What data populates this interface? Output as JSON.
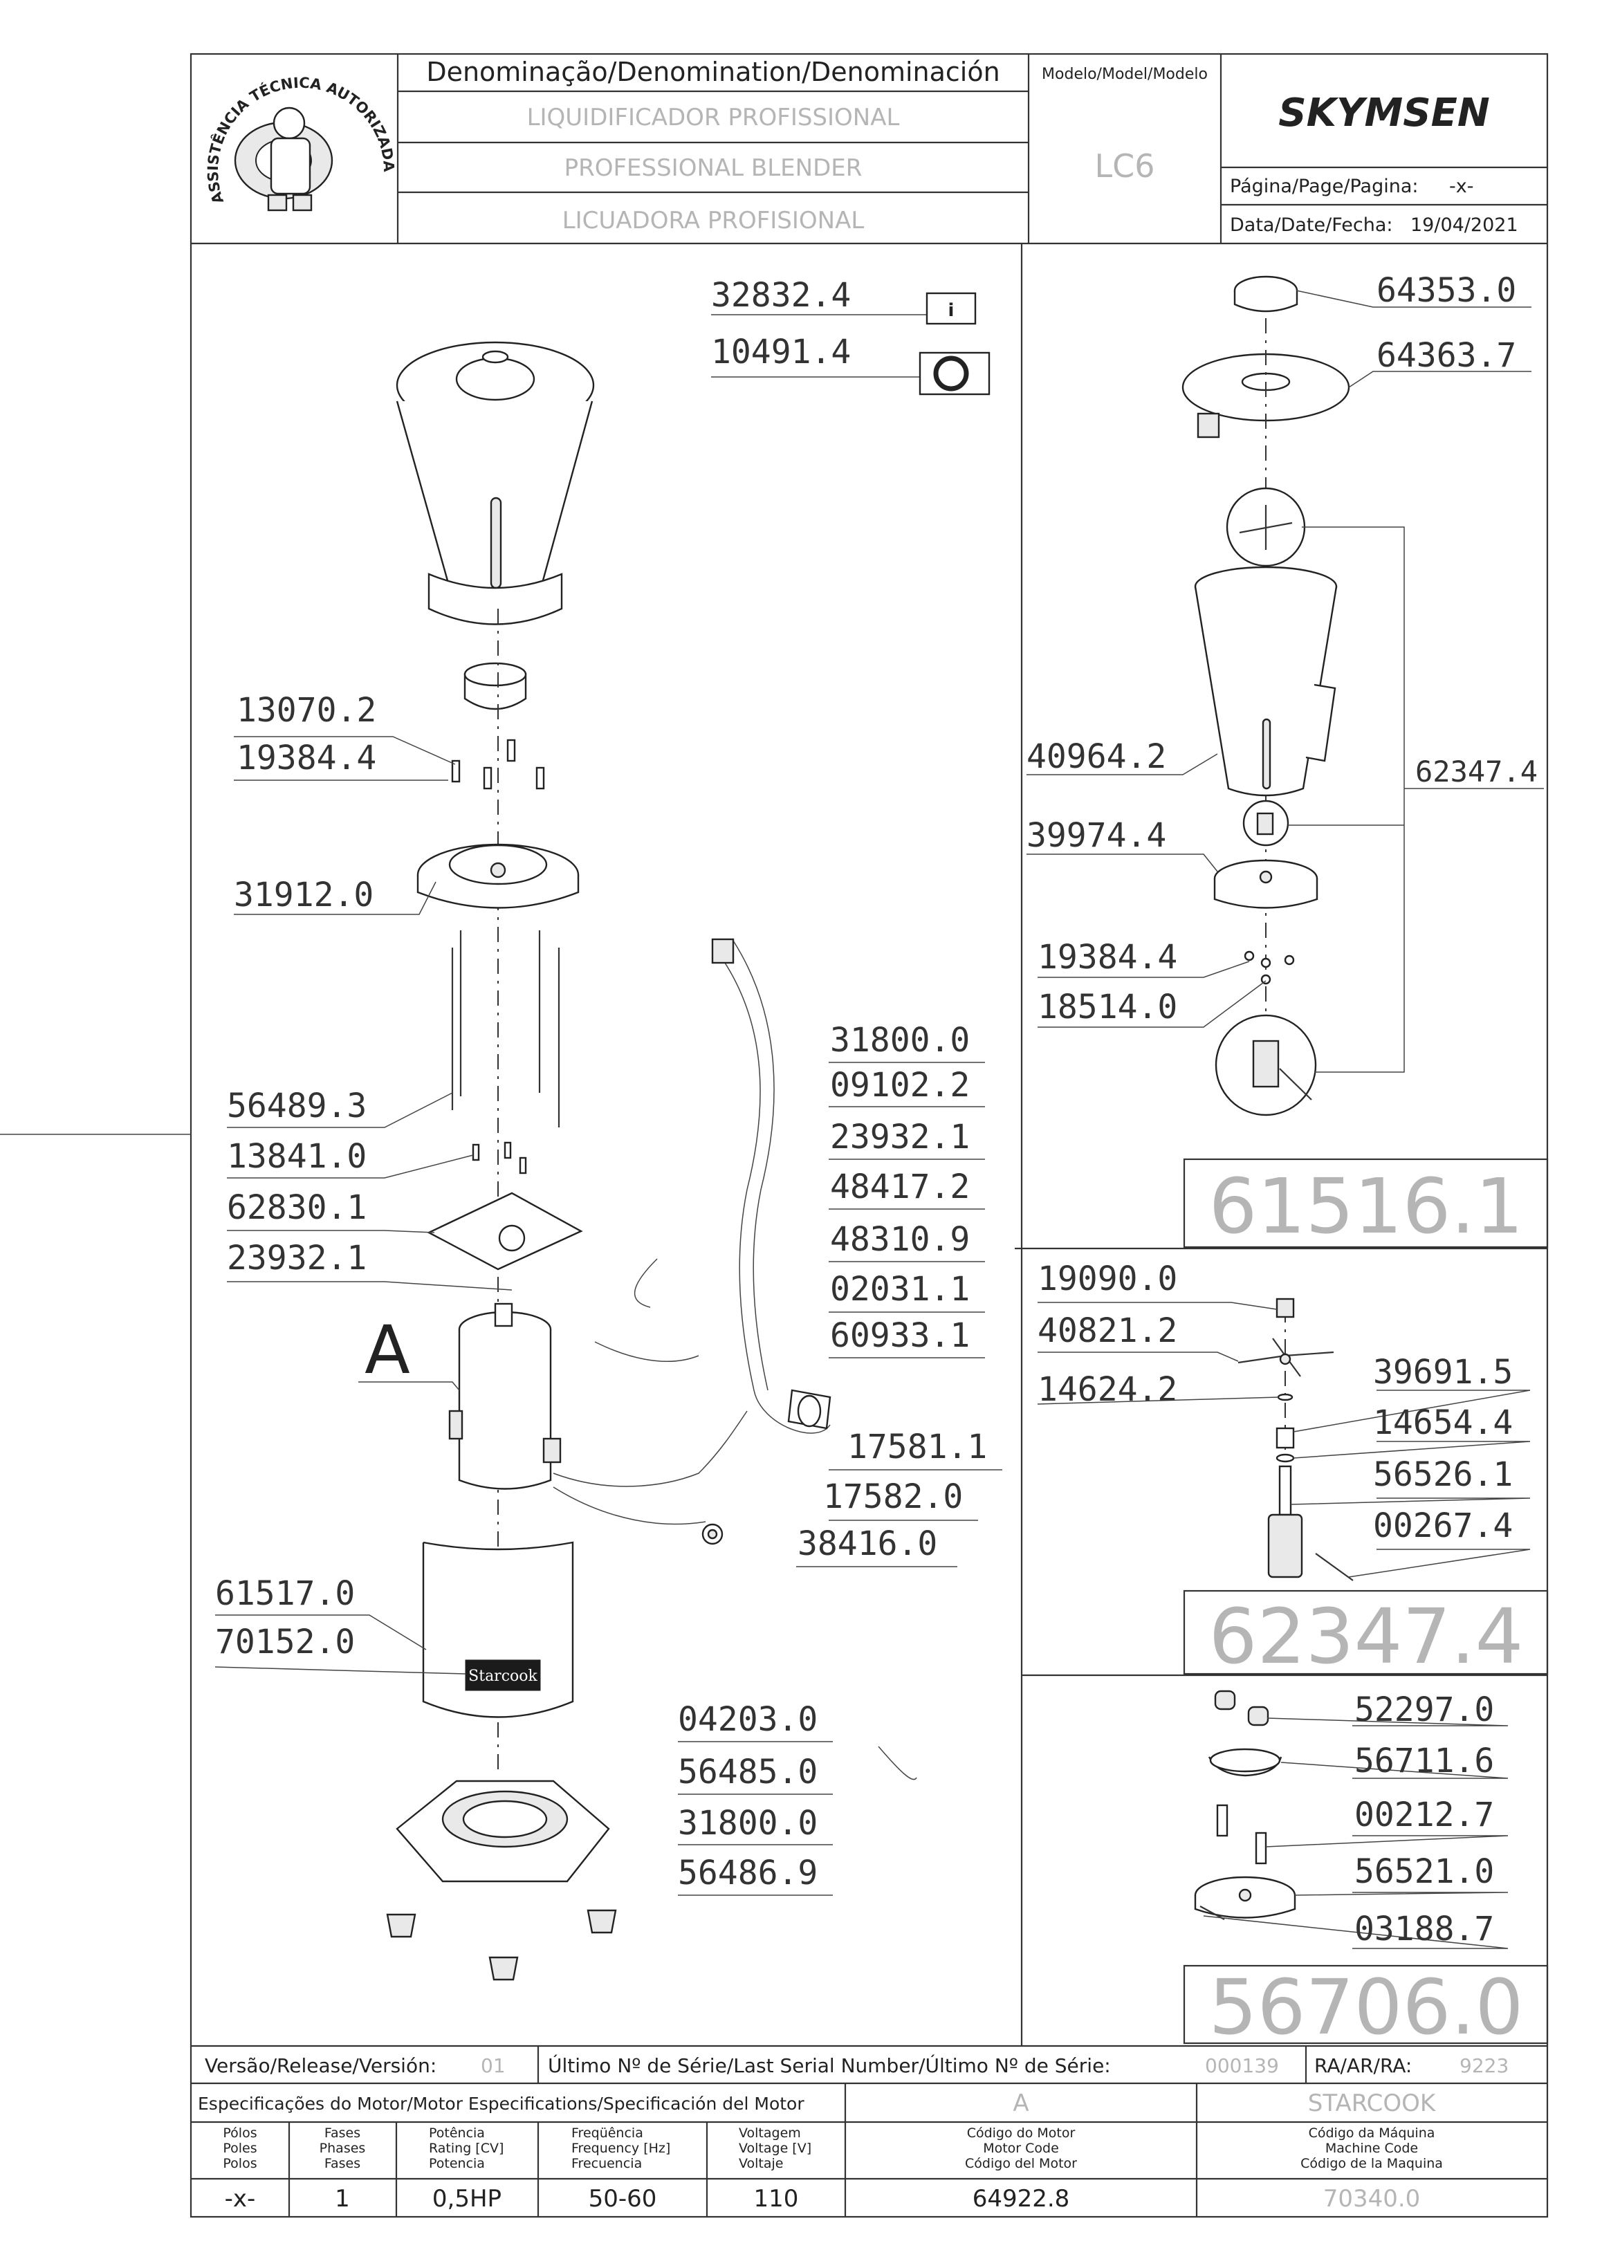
{
  "header": {
    "badge_text": "ASSISTÊNCIA TÉCNICA AUTORIZADA",
    "denomination_label": "Denominação/Denomination/Denominación",
    "names": [
      "LIQUIDIFICADOR PROFISSIONAL",
      "PROFESSIONAL BLENDER",
      "LICUADORA PROFISIONAL"
    ],
    "model_label": "Modelo/Model/Modelo",
    "model_value": "LC6",
    "brand": "SKYMSEN",
    "page_label": "Página/Page/Pagina:",
    "page_value": "-x-",
    "date_label": "Data/Date/Fecha:",
    "date_value": "19/04/2021"
  },
  "main_parts": {
    "p32832_4": "32832.4",
    "p10491_4": "10491.4",
    "p13070_2": "13070.2",
    "p19384_4": "19384.4",
    "p31912_0": "31912.0",
    "p56489_3": "56489.3",
    "p13841_0": "13841.0",
    "p62830_1": "62830.1",
    "p23932_1a": "23932.1",
    "motor_letter": "A",
    "p61517_0": "61517.0",
    "p70152_0": "70152.0",
    "brand_plate": "Starcook",
    "p31800_0a": "31800.0",
    "p09102_2": "09102.2",
    "p23932_1b": "23932.1",
    "p48417_2": "48417.2",
    "p48310_9": "48310.9",
    "p02031_1": "02031.1",
    "p60933_1": "60933.1",
    "p17581_1": "17581.1",
    "p17582_0": "17582.0",
    "p38416_0": "38416.0",
    "p04203_0": "04203.0",
    "p56485_0": "56485.0",
    "p31800_0b": "31800.0",
    "p56486_9": "56486.9"
  },
  "jar_assembly": {
    "p64353_0": "64353.0",
    "p64363_7": "64363.7",
    "p40964_2": "40964.2",
    "p62347_4": "62347.4",
    "p39974_4": "39974.4",
    "p19384_4": "19384.4",
    "p18514_0": "18514.0",
    "assembly_code": "61516.1"
  },
  "blade_assembly": {
    "p19090_0": "19090.0",
    "p40821_2": "40821.2",
    "p14624_2": "14624.2",
    "p39691_5": "39691.5",
    "p14654_4": "14654.4",
    "p56526_1": "56526.1",
    "p00267_4": "00267.4",
    "assembly_code": "62347.4"
  },
  "coupling_assembly": {
    "p52297_0": "52297.0",
    "p56711_6": "56711.6",
    "p00212_7": "00212.7",
    "p56521_0": "56521.0",
    "p03188_7": "03188.7",
    "assembly_code": "56706.0"
  },
  "footer": {
    "release_label": "Versão/Release/Versión:",
    "release_value": "01",
    "serial_label": "Último Nº de Série/Last Serial Number/Último Nº de Série:",
    "serial_value": "000139",
    "ra_label": "RA/AR/RA:",
    "ra_value": "9223",
    "spec_title": "Especificações do Motor/Motor Especifications/Specificación del Motor",
    "motor_letter": "A",
    "machine_brand": "STARCOOK",
    "columns": [
      {
        "label": [
          "Pólos",
          "Poles",
          "Polos"
        ],
        "value": "-x-"
      },
      {
        "label": [
          "Fases",
          "Phases",
          "Fases"
        ],
        "value": "1"
      },
      {
        "label": [
          "Potência",
          "Rating [CV]",
          "Potencia"
        ],
        "value": "0,5HP"
      },
      {
        "label": [
          "Freqüência",
          "Frequency [Hz]",
          "Frecuencia"
        ],
        "value": "50-60"
      },
      {
        "label": [
          "Voltagem",
          "Voltage [V]",
          "Voltaje"
        ],
        "value": "110"
      },
      {
        "label": [
          "Código do Motor",
          "Motor Code",
          "Código del Motor"
        ],
        "value": "64922.8"
      },
      {
        "label": [
          "Código da Máquina",
          "Machine Code",
          "Código de la Maquina"
        ],
        "value": "70340.0"
      }
    ]
  }
}
